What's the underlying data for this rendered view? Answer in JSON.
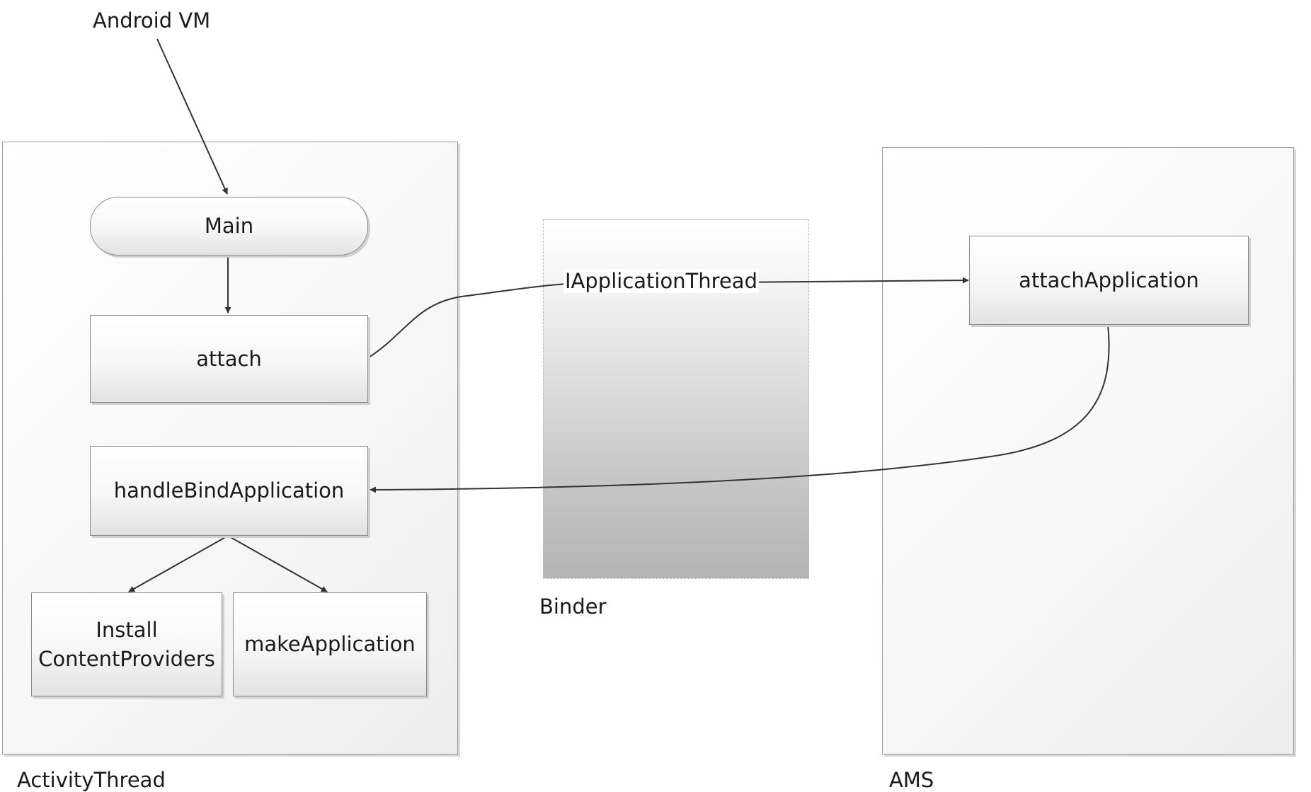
{
  "top_label": "Android VM",
  "containers": {
    "activity_thread": "ActivityThread",
    "binder": "Binder",
    "ams": "AMS"
  },
  "nodes": {
    "main": "Main",
    "attach": "attach",
    "handle_bind_application": "handleBindApplication",
    "install_content_providers": [
      "Install",
      "ContentProviders"
    ],
    "make_application": "makeApplication",
    "attach_application": "attachApplication"
  },
  "edge_labels": {
    "iapplication_thread": "IApplicationThread"
  }
}
